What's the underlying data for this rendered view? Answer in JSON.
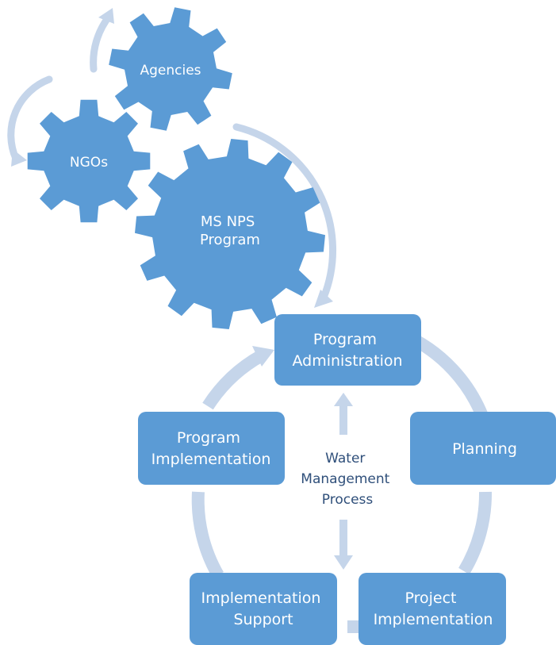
{
  "gears": {
    "agencies": "Agencies",
    "ngos": "NGOs",
    "ms_nps_program": [
      "MS NPS",
      "Program"
    ]
  },
  "process_steps": {
    "program_administration": [
      "Program",
      "Administration"
    ],
    "planning": [
      "Planning"
    ],
    "project_implementation": [
      "Project",
      "Implementation"
    ],
    "implementation_support": [
      "Implementation",
      "Support"
    ],
    "program_implementation": [
      "Program",
      "Implementation"
    ]
  },
  "center": [
    "Water",
    "Management",
    "Process"
  ],
  "colors": {
    "shape_fill": "#5b9bd5",
    "arrow_fill": "#c5d5ea",
    "text_light": "#ffffff",
    "text_dark": "#2f4f7a"
  }
}
